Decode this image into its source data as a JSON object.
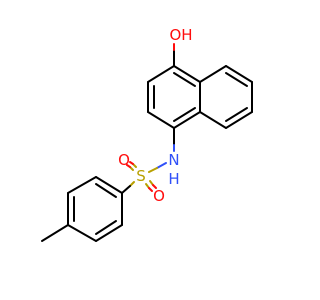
{
  "molecule": {
    "atoms": {
      "hydroxyl": "OH",
      "nitrogen": "N",
      "amine_h": "H",
      "sulfur": "S",
      "oxygen_top": "O",
      "oxygen_bottom": "O"
    },
    "colors": {
      "bond": "#000000",
      "oxygen": "#ff0d0d",
      "nitrogen": "#3050f8",
      "sulfur": "#b8a000"
    }
  }
}
